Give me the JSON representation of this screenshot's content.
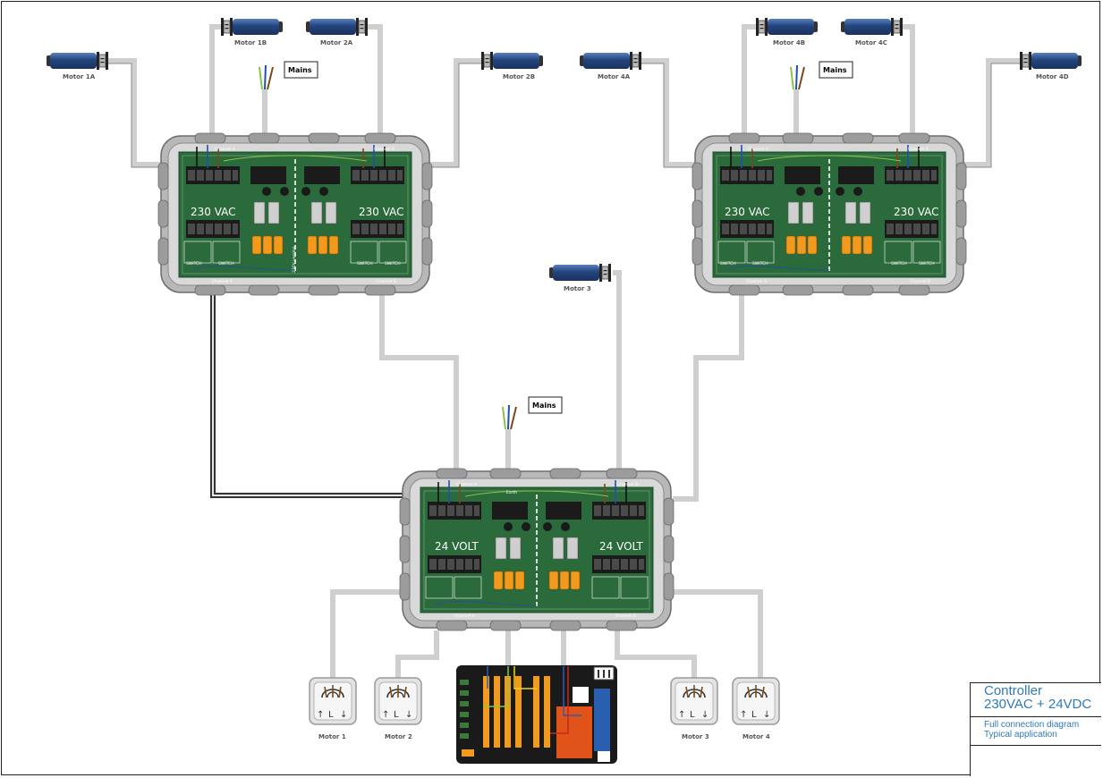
{
  "motors": {
    "m1a": "Motor 1A",
    "m1b": "Motor 1B",
    "m2a": "Motor 2A",
    "m2b": "Motor 2B",
    "m3": "Motor 3",
    "m4a": "Motor 4A",
    "m4b": "Motor 4B",
    "m4c": "Motor 4C",
    "m4d": "Motor 4D"
  },
  "mains_label": "Mains",
  "boards": {
    "left_label": "230 VAC",
    "right_label": "230 VAC",
    "dc_label": "24 VOLT",
    "channel_a": "Channel A",
    "channel_b": "Channel B",
    "earth": "Earth",
    "switch": "SWITCH",
    "version_230": "230V version"
  },
  "switches": {
    "s1": "Motor 1",
    "s2": "Motor 2",
    "s3": "Motor 3",
    "s4": "Motor 4",
    "arrow_up": "↑",
    "letter": "L",
    "arrow_down": "↓"
  },
  "title_block": {
    "line1": "Controller",
    "line2": "230VAC + 24VDC",
    "sub1": "Full connection diagram",
    "sub2": "Typical application"
  },
  "colors": {
    "board": "#2b6a3a",
    "cable": "#d6d6d6",
    "motor": "#2d4e86",
    "accent": "#2e7ab8"
  }
}
